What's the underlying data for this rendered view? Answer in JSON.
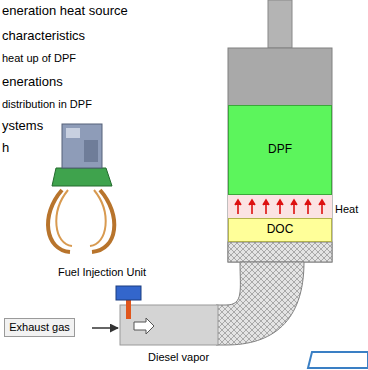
{
  "diagram": {
    "nodes": [
      {
        "text": [
          "DPF"
        ]
      },
      {
        "text": [
          "DOC"
        ]
      },
      {
        "text": [
          "Exhaust gas"
        ]
      }
    ],
    "labels": [
      "eneration heat source",
      "characteristics",
      "heat up of DPF",
      "enerations",
      "distribution in DPF",
      "ystems",
      "h",
      "Heat",
      "Fuel Injection Unit",
      "Diesel vapor"
    ]
  }
}
